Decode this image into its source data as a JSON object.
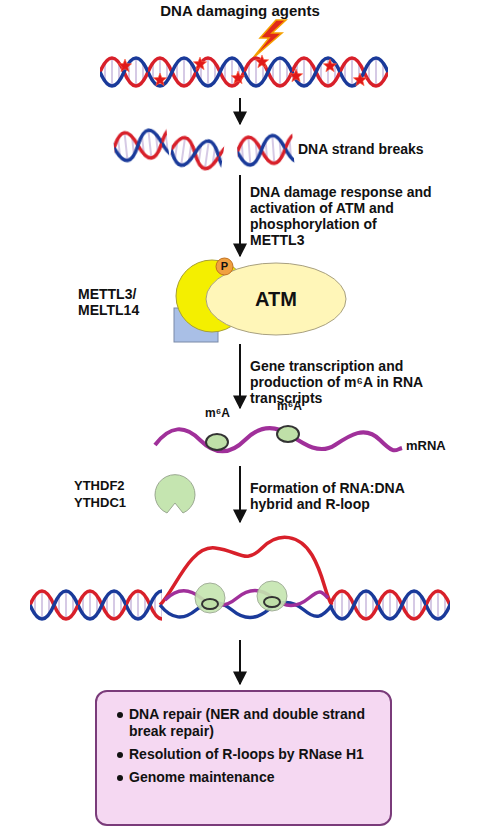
{
  "diagram": {
    "nodes": [
      {
        "text": [
          "P"
        ]
      },
      {
        "text": [
          "ATM"
        ]
      },
      {
        "text": [
          "DNA repair (NER and double strand break repair)",
          "Resolution of R-loops by RNase H1",
          "Genome maintenance"
        ]
      }
    ],
    "labels": [
      "DNA damaging agents",
      "DNA strand breaks",
      "DNA damage response and activation of ATM and phosphorylation of METTL3",
      "METTL3/ MELTL14",
      "Gene transcription and production of m⁶A in RNA transcripts",
      "m⁶A",
      "m⁶A",
      "mRNA",
      "YTHDF2",
      "YTHDC1",
      "Formation of RNA:DNA hybrid and R-loop"
    ]
  }
}
